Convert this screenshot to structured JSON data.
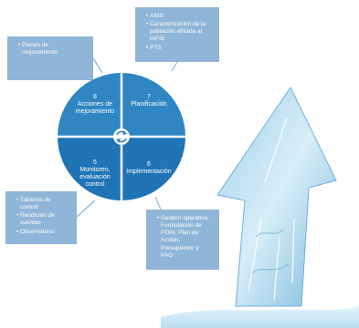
{
  "cycle": {
    "quadrants": [
      {
        "id": "tl",
        "number": "8",
        "lines": [
          "Acciones de",
          "mejoramiento"
        ],
        "color": "#2f86c3"
      },
      {
        "id": "tr",
        "number": "7",
        "lines": [
          "Planificación"
        ],
        "color": "#2f86c3"
      },
      {
        "id": "br",
        "number": "6",
        "lines": [
          "Implementación"
        ],
        "color": "#1e74b5"
      },
      {
        "id": "bl",
        "number": "5",
        "lines": [
          "Monitoreo,",
          "evaluación",
          "control"
        ],
        "color": "#1e74b5"
      }
    ],
    "center_icon": "cycle-arrows-icon"
  },
  "boxes": {
    "tl": {
      "items": [
        "Planes de",
        "mejoramiento"
      ]
    },
    "tr": {
      "items": [
        "ASIS",
        "Caracterización de la población afiliada al IAFIS",
        "PTS"
      ]
    },
    "bl": {
      "items": [
        "Tableros de control",
        "Rendición de cuentas",
        "Observatorio"
      ]
    },
    "br": {
      "items": [
        "Gestión operativa: Formulación de POAI, Plan de Acción, Presupuesto y PAO"
      ]
    }
  },
  "colors": {
    "box": "#8fb5d8",
    "arrow_light": "#d6ecf7",
    "arrow_dark": "#5aa6d2",
    "water": "#cfe8f5"
  }
}
